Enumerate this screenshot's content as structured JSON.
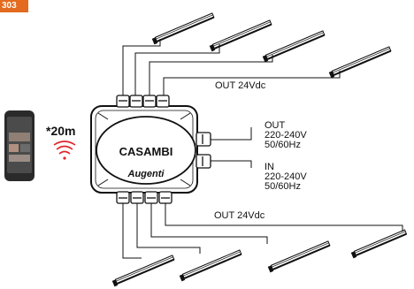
{
  "corner_tag": "303",
  "distance": "*20m",
  "brand": "CASAMBI",
  "brand_maker": "Augenti",
  "labels": {
    "out_top": "OUT 24Vdc",
    "out_bottom": "OUT 24Vdc",
    "mains_out": [
      "OUT",
      "220-240V",
      "50/60Hz"
    ],
    "mains_in": [
      "IN",
      "220-240V",
      "50/60Hz"
    ]
  },
  "colors": {
    "outline": "#111111",
    "accent": "#e36a1e",
    "wifi": "#e0262b",
    "phone": "#2a2a2a"
  }
}
